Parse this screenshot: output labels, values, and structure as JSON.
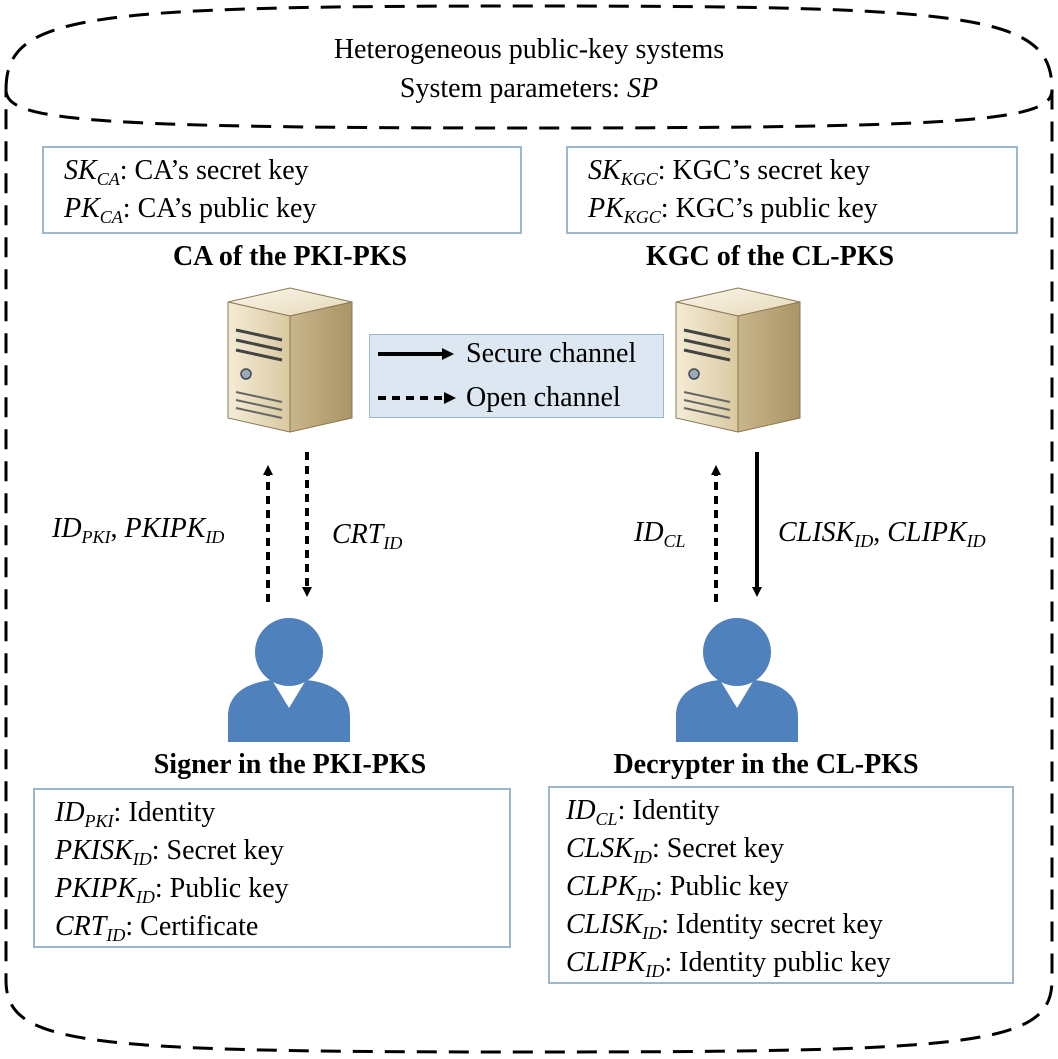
{
  "header": {
    "line1": "Heterogeneous public-key systems",
    "line2_prefix": "System parameters: ",
    "line2_var": "SP"
  },
  "ca_box": {
    "rows": [
      {
        "base": "SK",
        "sub": "CA",
        "text": ": CA’s secret key"
      },
      {
        "base": "PK",
        "sub": "CA",
        "text": ": CA’s public key"
      }
    ]
  },
  "kgc_box": {
    "rows": [
      {
        "base": "SK",
        "sub": "KGC",
        "text": ": KGC’s secret key"
      },
      {
        "base": "PK",
        "sub": "KGC",
        "text": ": KGC’s public key"
      }
    ]
  },
  "ca_title": "CA of the PKI-PKS",
  "kgc_title": "KGC of the CL-PKS",
  "legend": {
    "secure": "Secure channel",
    "open": "Open channel"
  },
  "arrows": {
    "left_up": {
      "a_base": "ID",
      "a_sub": "PKI",
      "sep": ", ",
      "b_base": "PKIPK",
      "b_sub": "ID"
    },
    "left_down": {
      "base": "CRT",
      "sub": "ID"
    },
    "right_up": {
      "base": "ID",
      "sub": "CL"
    },
    "right_down": {
      "a_base": "CLISK",
      "a_sub": "ID",
      "sep": ", ",
      "b_base": "CLIPK",
      "b_sub": "ID"
    }
  },
  "signer_title": "Signer in the PKI-PKS",
  "decrypter_title": "Decrypter in the CL-PKS",
  "signer_box": {
    "rows": [
      {
        "base": "ID",
        "sub": "PKI",
        "text": ": Identity"
      },
      {
        "base": "PKISK",
        "sub": "ID",
        "text": ": Secret key"
      },
      {
        "base": "PKIPK",
        "sub": "ID",
        "text": ": Public key"
      },
      {
        "base": "CRT",
        "sub": "ID",
        "text": ": Certificate"
      }
    ]
  },
  "decrypter_box": {
    "rows": [
      {
        "base": "ID",
        "sub": "CL",
        "text": ": Identity"
      },
      {
        "base": "CLSK",
        "sub": "ID",
        "text": ": Secret key"
      },
      {
        "base": "CLPK",
        "sub": "ID",
        "text": ": Public key"
      },
      {
        "base": "CLISK",
        "sub": "ID",
        "text": ": Identity secret key"
      },
      {
        "base": "CLIPK",
        "sub": "ID",
        "text": ": Identity public key"
      }
    ]
  },
  "colors": {
    "box_border": "#9db8cc",
    "legend_fill": "#dde7f1",
    "person": "#4f81bd",
    "server_body": "#e8dcc0"
  }
}
